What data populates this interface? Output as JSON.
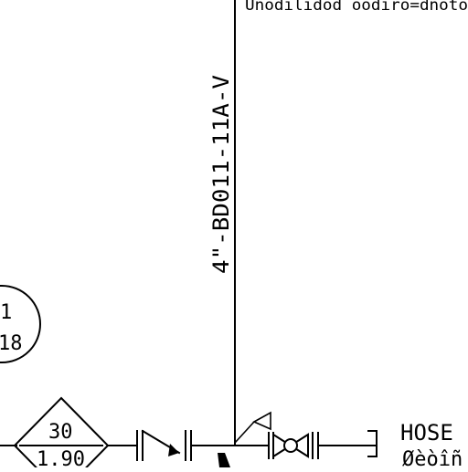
{
  "diagram": {
    "type": "piping-and-instrumentation",
    "top_note": "Unodilidod oodiro=dnoto",
    "line_number": "4\"-BD011-11A-V",
    "circle_tag": {
      "line1": "1",
      "line2": "18"
    },
    "diamond_tag": {
      "top": "30",
      "bottom": "1.90"
    },
    "hose_label": {
      "line1": "HOSE",
      "line2": "Øèòîñ"
    },
    "colors": {
      "line": "#000000",
      "background": "#ffffff"
    },
    "symbols": [
      "check-valve",
      "gate-valve",
      "reducer-flag",
      "hose-connection"
    ]
  }
}
